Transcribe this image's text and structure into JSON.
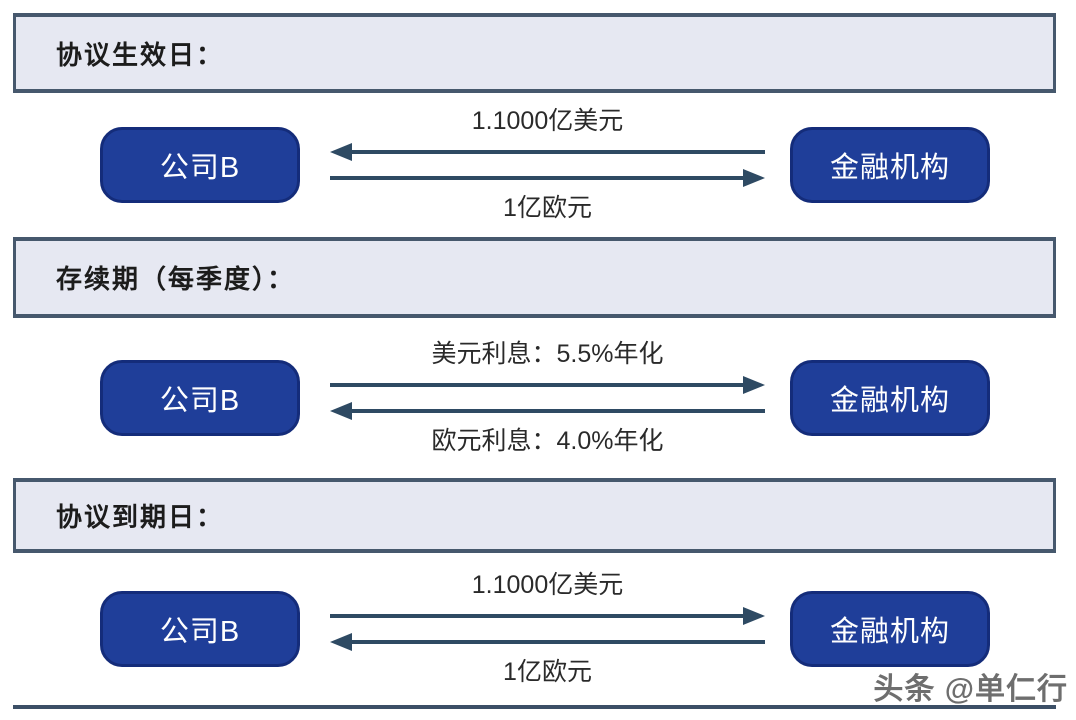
{
  "diagram": {
    "type": "currency-swap-flow",
    "entities": {
      "left": "公司B",
      "right": "金融机构"
    },
    "sections": [
      {
        "title": "协议生效日：",
        "left_entity": "公司B",
        "right_entity": "金融机构",
        "flows": [
          {
            "label": "1.1000亿美元",
            "direction": "left",
            "label_position": "above"
          },
          {
            "label": "1亿欧元",
            "direction": "right",
            "label_position": "below"
          }
        ]
      },
      {
        "title": "存续期（每季度）：",
        "left_entity": "公司B",
        "right_entity": "金融机构",
        "flows": [
          {
            "label": "美元利息：5.5%年化",
            "direction": "right",
            "label_position": "above"
          },
          {
            "label": "欧元利息：4.0%年化",
            "direction": "left",
            "label_position": "below"
          }
        ]
      },
      {
        "title": "协议到期日：",
        "left_entity": "公司B",
        "right_entity": "金融机构",
        "flows": [
          {
            "label": "1.1000亿美元",
            "direction": "right",
            "label_position": "above"
          },
          {
            "label": "1亿欧元",
            "direction": "left",
            "label_position": "below"
          }
        ]
      }
    ],
    "watermark": "头条 @单仁行",
    "colors": {
      "entity_box_fill": "#1f3e99",
      "entity_box_border": "#142c7a",
      "band_background": "#e6e8f2",
      "band_border": "#46586d",
      "arrow": "#2e4a63",
      "header_text": "#1c1c1c",
      "label_text": "#2a2a2a",
      "watermark_text": "#6e6e6e"
    }
  }
}
